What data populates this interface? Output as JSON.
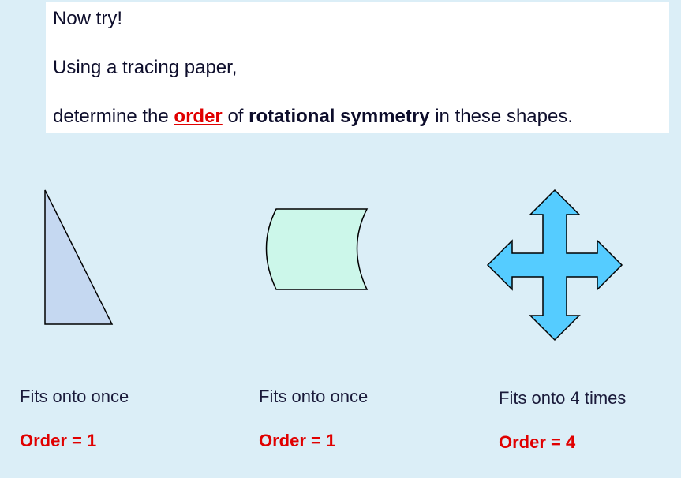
{
  "instructions": {
    "line1": "Now try!",
    "line2": "Using a tracing paper,",
    "line3_prefix": "determine the ",
    "line3_keyword": "order",
    "line3_middle": " of ",
    "line3_bold": "rotational symmetry",
    "line3_suffix": " in these shapes."
  },
  "shapes": [
    {
      "shape": "right-triangle",
      "caption": "Fits onto once",
      "order_label": "Order = 1",
      "fill": "#c5d8f1"
    },
    {
      "shape": "curved-cylinder",
      "caption": "Fits onto once",
      "order_label": "Order = 1",
      "fill": "#ccf7ea"
    },
    {
      "shape": "four-way-arrow",
      "caption": "Fits onto 4 times",
      "order_label": "Order = 4",
      "fill": "#55ccff"
    }
  ],
  "colors": {
    "background": "#dbeef7",
    "accent_red": "#e00000",
    "text_dark": "#0d0d2b"
  }
}
